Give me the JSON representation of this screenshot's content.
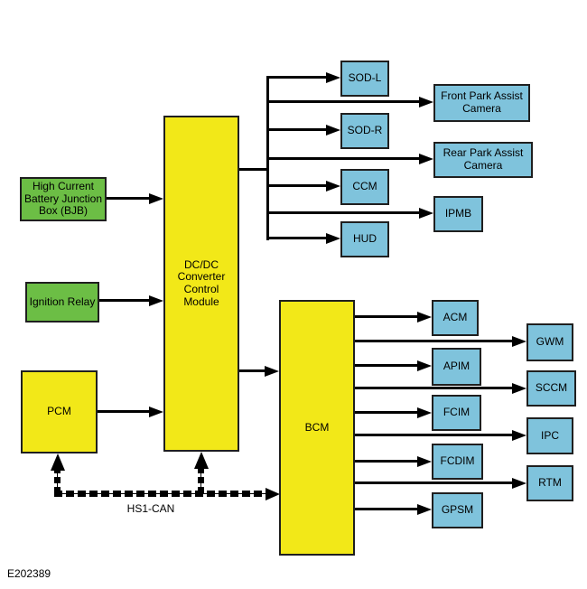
{
  "figure_id": "E202389",
  "bus": {
    "label": "HS1-CAN"
  },
  "colors": {
    "green": "#6CBE45",
    "yellow": "#F2E818",
    "blue": "#7FC3DC",
    "line": "#000000"
  },
  "boxes": {
    "bjb": "High Current\nBattery Junction\nBox (BJB)",
    "ignition_relay": "Ignition Relay",
    "dcdc_converter_control_module": "DC/DC\nConverter\nControl\nModule",
    "pcm": "PCM",
    "bcm": "BCM",
    "sod_l": "SOD-L",
    "sod_r": "SOD-R",
    "ccm": "CCM",
    "hud": "HUD",
    "front_park_assist_camera": "Front Park Assist\nCamera",
    "rear_park_assist_camera": "Rear Park Assist\nCamera",
    "ipmb": "IPMB",
    "acm": "ACM",
    "apim": "APIM",
    "fcim": "FCIM",
    "fcdim": "FCDIM",
    "gpsm": "GPSM",
    "gwm": "GWM",
    "sccm": "SCCM",
    "ipc": "IPC",
    "rtm": "RTM"
  }
}
